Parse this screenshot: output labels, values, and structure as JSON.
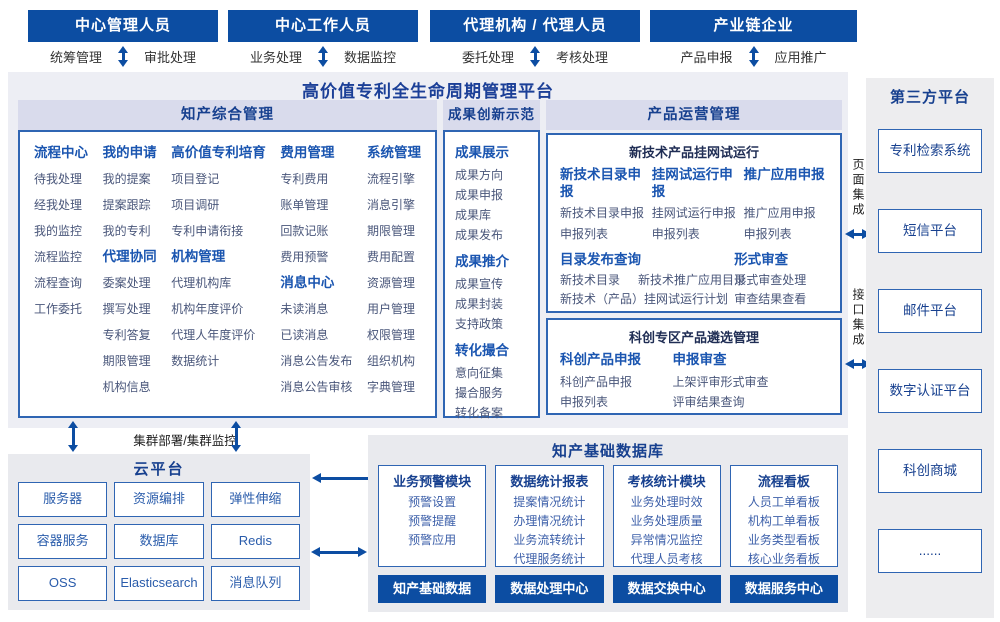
{
  "colors": {
    "primary": "#0c4da2",
    "section_title": "#17408f",
    "group_title": "#1a55b0",
    "lavender": "#d9dbec",
    "panel_bg": "#edeef4",
    "box_border": "#2f65b3"
  },
  "roles": [
    {
      "title": "中心管理人员",
      "left": "统筹管理",
      "right": "审批处理"
    },
    {
      "title": "中心工作人员",
      "left": "业务处理",
      "right": "数据监控"
    },
    {
      "title": "代理机构 / 代理人员",
      "left": "委托处理",
      "right": "考核处理"
    },
    {
      "title": "产业链企业",
      "left": "产品申报",
      "right": "应用推广"
    }
  ],
  "platform": {
    "title": "高价值专利全生命周期管理平台"
  },
  "ip": {
    "title": "知产综合管理",
    "columns": [
      {
        "groups": [
          {
            "title": "流程中心",
            "items": [
              "待我处理",
              "经我处理",
              "我的监控",
              "流程监控",
              "流程查询",
              "工作委托"
            ]
          }
        ]
      },
      {
        "groups": [
          {
            "title": "我的申请",
            "items": [
              "我的提案",
              "提案跟踪",
              "我的专利"
            ]
          },
          {
            "title": "代理协同",
            "items": [
              "委案处理",
              "撰写处理",
              "专利答复",
              "期限管理",
              "机构信息"
            ]
          }
        ]
      },
      {
        "groups": [
          {
            "title": "高价值专利培育",
            "items": [
              "项目登记",
              "项目调研",
              "专利申请衔接"
            ]
          },
          {
            "title": "机构管理",
            "items": [
              "代理机构库",
              "机构年度评价",
              "代理人年度评价",
              "数据统计"
            ]
          }
        ]
      },
      {
        "groups": [
          {
            "title": "费用管理",
            "items": [
              "专利费用",
              "账单管理",
              "回款记账",
              "费用预警"
            ]
          },
          {
            "title": "消息中心",
            "items": [
              "未读消息",
              "已读消息",
              "消息公告发布",
              "消息公告审核"
            ]
          }
        ]
      },
      {
        "groups": [
          {
            "title": "系统管理",
            "items": [
              "流程引擎",
              "消息引擎",
              "期限管理",
              "费用配置",
              "资源管理",
              "用户管理",
              "权限管理",
              "组织机构",
              "字典管理"
            ]
          }
        ]
      }
    ]
  },
  "achv": {
    "title": "成果创新示范",
    "groups": [
      {
        "title": "成果展示",
        "items": [
          "成果方向",
          "成果申报",
          "成果库",
          "成果发布"
        ]
      },
      {
        "title": "成果推介",
        "items": [
          "成果宣传",
          "成果封装",
          "支持政策"
        ]
      },
      {
        "title": "转化撮合",
        "items": [
          "意向征集",
          "撮合服务",
          "转化备案"
        ]
      }
    ]
  },
  "ops": {
    "title": "产品运营管理",
    "trial": {
      "title": "新技术产品挂网试运行",
      "groups": [
        {
          "title": "新技术目录申报",
          "items": [
            "新技术目录申报",
            "申报列表"
          ]
        },
        {
          "title": "挂网试运行申报",
          "items": [
            "挂网试运行申报",
            "申报列表"
          ]
        },
        {
          "title": "推广应用申报",
          "items": [
            "推广应用申报",
            "申报列表"
          ]
        }
      ],
      "catalog": {
        "title": "目录发布查询",
        "row": [
          "新技术目录",
          "新技术推广应用目录"
        ],
        "wide": "新技术（产品）挂网试运行计划"
      },
      "formal": {
        "title": "形式审查",
        "items": [
          "形式审查处理",
          "审查结果查看"
        ]
      }
    },
    "selection": {
      "title": "科创专区产品遴选管理",
      "groups": [
        {
          "title": "科创产品申报",
          "items": [
            "科创产品申报",
            "申报列表"
          ]
        },
        {
          "title": "申报审查",
          "items": [
            "上架评审形式审查",
            "评审结果查询"
          ]
        }
      ]
    }
  },
  "integration": {
    "page": "页面集成",
    "api": "接口集成"
  },
  "third": {
    "title": "第三方平台",
    "boxes": [
      "专利检索系统",
      "短信平台",
      "邮件平台",
      "数字认证平台",
      "科创商城",
      "......"
    ]
  },
  "cluster": {
    "label": "集群部署/集群监控"
  },
  "cloud": {
    "title": "云平台",
    "cells": [
      "服务器",
      "资源编排",
      "弹性伸缩",
      "容器服务",
      "数据库",
      "Redis",
      "OSS",
      "Elasticsearch",
      "消息队列"
    ]
  },
  "db": {
    "title": "知产基础数据库",
    "modules": [
      {
        "title": "业务预警模块",
        "items": [
          "预警设置",
          "预警提醒",
          "预警应用"
        ]
      },
      {
        "title": "数据统计报表",
        "items": [
          "提案情况统计",
          "办理情况统计",
          "业务流转统计",
          "代理服务统计"
        ]
      },
      {
        "title": "考核统计模块",
        "items": [
          "业务处理时效",
          "业务处理质量",
          "异常情况监控",
          "代理人员考核"
        ]
      },
      {
        "title": "流程看板",
        "items": [
          "人员工单看板",
          "机构工单看板",
          "业务类型看板",
          "核心业务看板"
        ]
      }
    ],
    "footers": [
      "知产基础数据",
      "数据处理中心",
      "数据交换中心",
      "数据服务中心"
    ]
  }
}
